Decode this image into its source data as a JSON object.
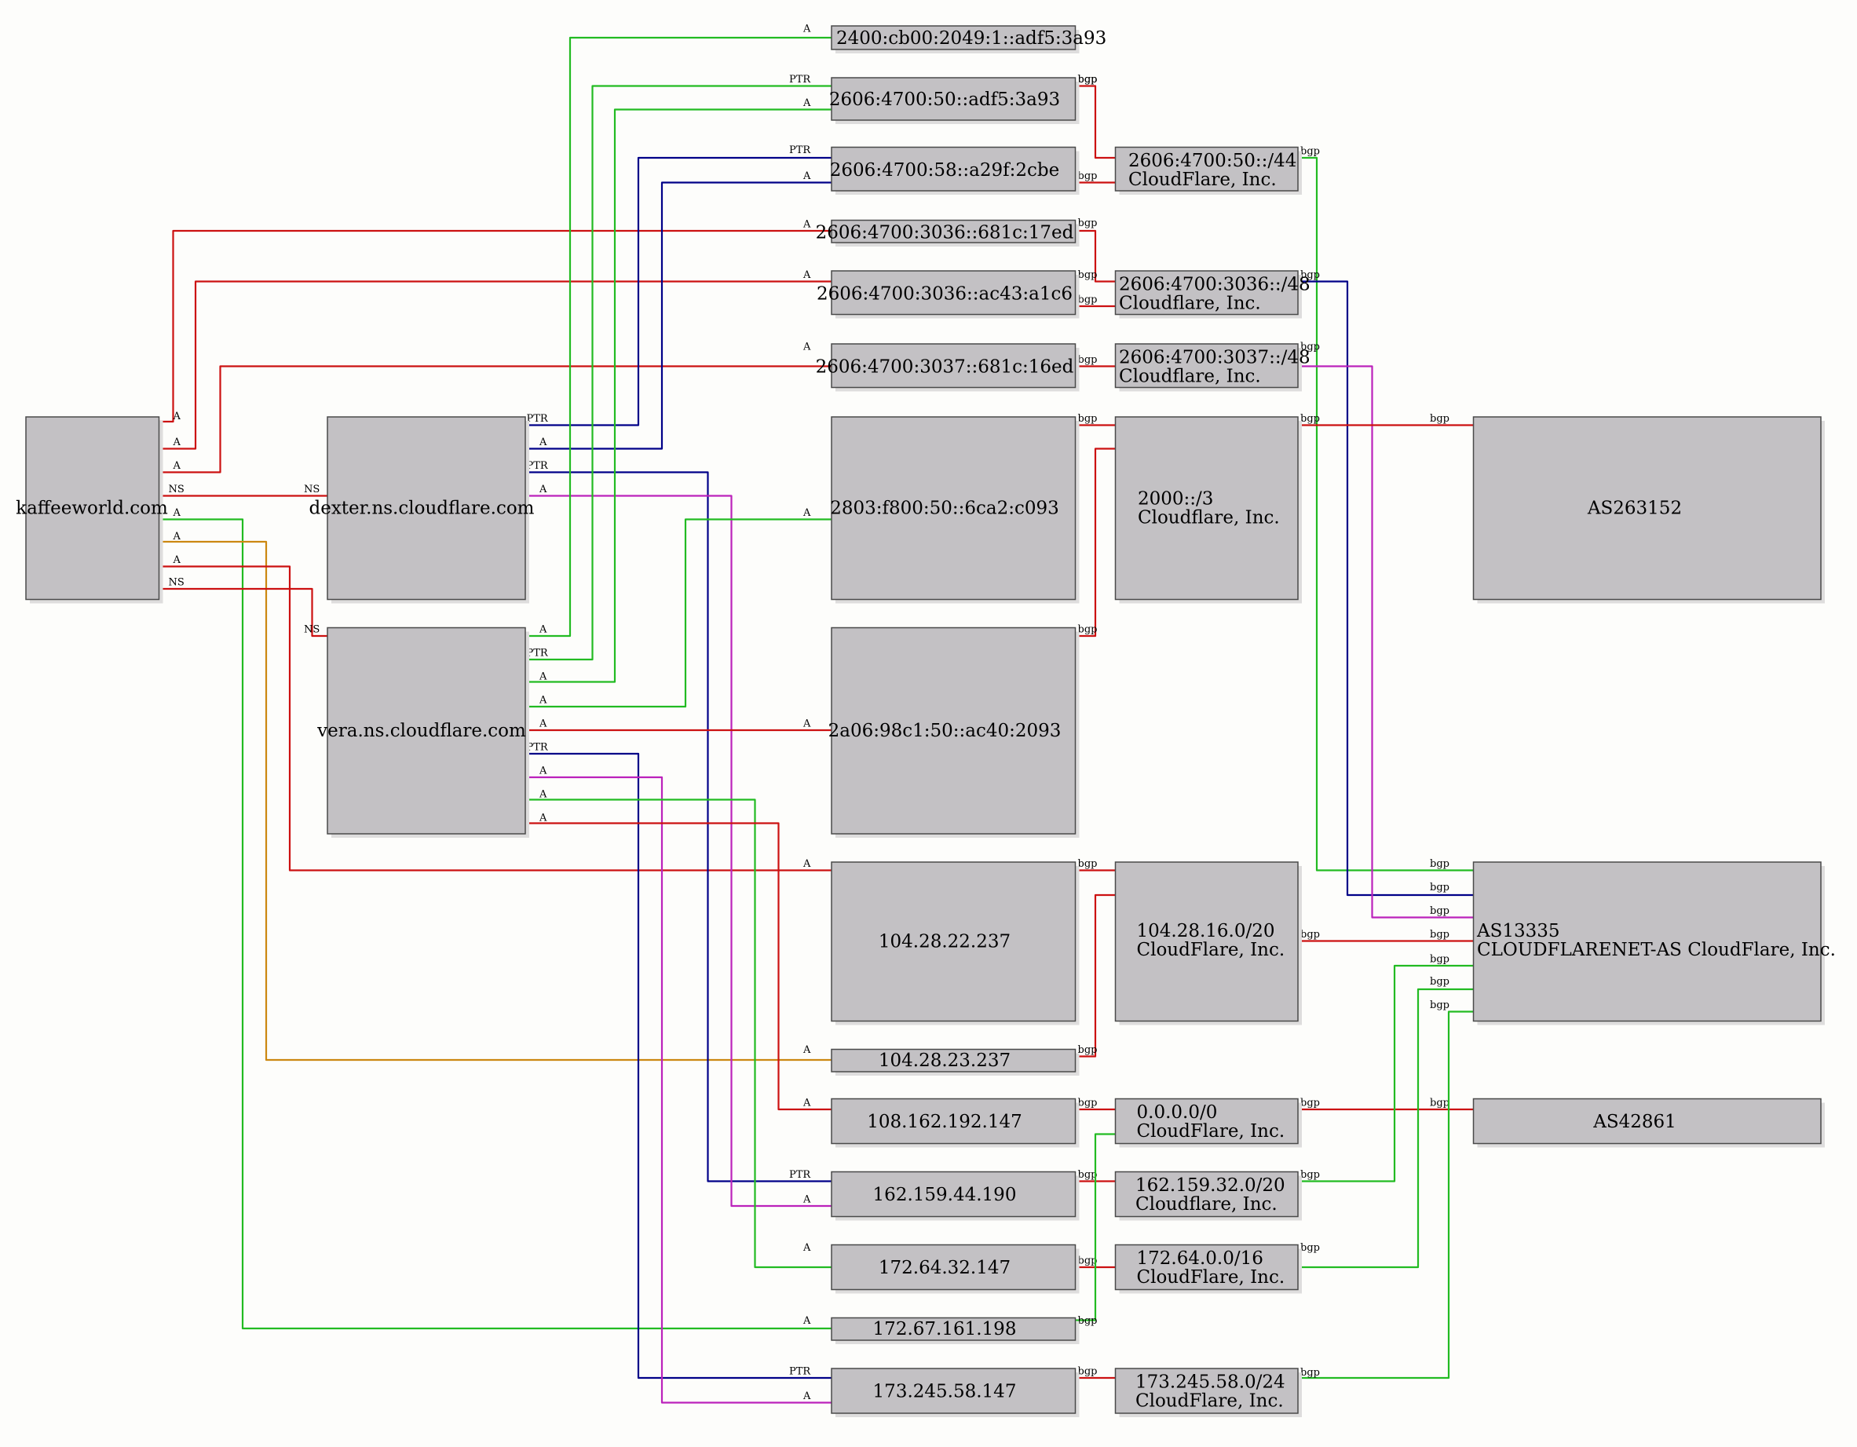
{
  "colors": {
    "red": "#cc1111",
    "green": "#22bb22",
    "navy": "#000088",
    "magenta": "#bb22bb",
    "orange": "#cc8811",
    "node_fill": "#c3c1c4"
  },
  "nodes": [
    {
      "id": "kaffeeworld",
      "lines": [
        "kaffeeworld.com"
      ]
    },
    {
      "id": "dexter",
      "lines": [
        "dexter.ns.cloudflare.com"
      ]
    },
    {
      "id": "vera",
      "lines": [
        "vera.ns.cloudflare.com"
      ]
    },
    {
      "id": "ip6_a",
      "lines": [
        "2400:cb00:2049:1::adf5:3a93"
      ]
    },
    {
      "id": "ip6_b",
      "lines": [
        "2606:4700:50::adf5:3a93"
      ]
    },
    {
      "id": "ip6_c",
      "lines": [
        "2606:4700:58::a29f:2cbe"
      ]
    },
    {
      "id": "ip6_d",
      "lines": [
        "2606:4700:3036::681c:17ed"
      ]
    },
    {
      "id": "ip6_e",
      "lines": [
        "2606:4700:3036::ac43:a1c6"
      ]
    },
    {
      "id": "ip6_f",
      "lines": [
        "2606:4700:3037::681c:16ed"
      ]
    },
    {
      "id": "ip6_g",
      "lines": [
        "2803:f800:50::6ca2:c093"
      ]
    },
    {
      "id": "ip6_h",
      "lines": [
        "2a06:98c1:50::ac40:2093"
      ]
    },
    {
      "id": "ip4_a",
      "lines": [
        "104.28.22.237"
      ]
    },
    {
      "id": "ip4_b",
      "lines": [
        "104.28.23.237"
      ]
    },
    {
      "id": "ip4_c",
      "lines": [
        "108.162.192.147"
      ]
    },
    {
      "id": "ip4_d",
      "lines": [
        "162.159.44.190"
      ]
    },
    {
      "id": "ip4_e",
      "lines": [
        "172.64.32.147"
      ]
    },
    {
      "id": "ip4_f",
      "lines": [
        "172.67.161.198"
      ]
    },
    {
      "id": "ip4_g",
      "lines": [
        "173.245.58.147"
      ]
    },
    {
      "id": "pfx_a",
      "lines": [
        "2606:4700:50::/44",
        "CloudFlare, Inc."
      ]
    },
    {
      "id": "pfx_b",
      "lines": [
        "2606:4700:3036::/48",
        "Cloudflare, Inc."
      ]
    },
    {
      "id": "pfx_c",
      "lines": [
        "2606:4700:3037::/48",
        "Cloudflare, Inc."
      ]
    },
    {
      "id": "pfx_d",
      "lines": [
        "2000::/3",
        "Cloudflare, Inc."
      ]
    },
    {
      "id": "pfx_e",
      "lines": [
        "104.28.16.0/20",
        "CloudFlare, Inc."
      ]
    },
    {
      "id": "pfx_f",
      "lines": [
        "0.0.0.0/0",
        "CloudFlare, Inc."
      ]
    },
    {
      "id": "pfx_g",
      "lines": [
        "162.159.32.0/20",
        "Cloudflare, Inc."
      ]
    },
    {
      "id": "pfx_h",
      "lines": [
        "172.64.0.0/16",
        "CloudFlare, Inc."
      ]
    },
    {
      "id": "pfx_i",
      "lines": [
        "173.245.58.0/24",
        "CloudFlare, Inc."
      ]
    },
    {
      "id": "as263152",
      "lines": [
        "AS263152"
      ]
    },
    {
      "id": "as13335",
      "lines": [
        "AS13335",
        "CLOUDFLARENET-AS CloudFlare, Inc."
      ]
    },
    {
      "id": "as42861",
      "lines": [
        "AS42861"
      ]
    }
  ],
  "edges": [
    {
      "from": "kaffeeworld",
      "to": "ip6_d",
      "label": "A",
      "color": "red"
    },
    {
      "from": "kaffeeworld",
      "to": "ip6_e",
      "label": "A",
      "color": "red"
    },
    {
      "from": "kaffeeworld",
      "to": "ip6_f",
      "label": "A",
      "color": "red"
    },
    {
      "from": "kaffeeworld",
      "to": "dexter",
      "label": "NS",
      "color": "red"
    },
    {
      "from": "kaffeeworld",
      "to": "ip4_f",
      "label": "A",
      "color": "green"
    },
    {
      "from": "kaffeeworld",
      "to": "ip4_b",
      "label": "A",
      "color": "orange"
    },
    {
      "from": "kaffeeworld",
      "to": "ip4_a",
      "label": "A",
      "color": "red"
    },
    {
      "from": "kaffeeworld",
      "to": "vera",
      "label": "NS",
      "color": "red"
    },
    {
      "from": "dexter",
      "to": "ip6_c",
      "label": "PTR",
      "color": "navy"
    },
    {
      "from": "dexter",
      "to": "ip6_c",
      "label": "A",
      "color": "navy"
    },
    {
      "from": "dexter",
      "to": "ip4_d",
      "label": "PTR",
      "color": "navy"
    },
    {
      "from": "dexter",
      "to": "ip4_d",
      "label": "A",
      "color": "magenta"
    },
    {
      "from": "vera",
      "to": "ip6_a",
      "label": "A",
      "color": "green"
    },
    {
      "from": "vera",
      "to": "ip6_b",
      "label": "PTR",
      "color": "green"
    },
    {
      "from": "vera",
      "to": "ip6_b",
      "label": "A",
      "color": "green"
    },
    {
      "from": "vera",
      "to": "ip6_g",
      "label": "A",
      "color": "green"
    },
    {
      "from": "vera",
      "to": "ip6_h",
      "label": "A",
      "color": "red"
    },
    {
      "from": "vera",
      "to": "ip4_g",
      "label": "PTR",
      "color": "navy"
    },
    {
      "from": "vera",
      "to": "ip4_g",
      "label": "A",
      "color": "magenta"
    },
    {
      "from": "vera",
      "to": "ip4_e",
      "label": "A",
      "color": "green"
    },
    {
      "from": "vera",
      "to": "ip4_c",
      "label": "A",
      "color": "red"
    },
    {
      "from": "ip6_b",
      "to": "pfx_a",
      "label": "bgp",
      "color": "red"
    },
    {
      "from": "ip6_c",
      "to": "pfx_a",
      "label": "bgp",
      "color": "red"
    },
    {
      "from": "ip6_d",
      "to": "pfx_b",
      "label": "bgp",
      "color": "red"
    },
    {
      "from": "ip6_e",
      "to": "pfx_b",
      "label": "bgp",
      "color": "red"
    },
    {
      "from": "ip6_f",
      "to": "pfx_c",
      "label": "bgp",
      "color": "red"
    },
    {
      "from": "ip6_g",
      "to": "pfx_d",
      "label": "bgp",
      "color": "red"
    },
    {
      "from": "ip6_h",
      "to": "pfx_d",
      "label": "bgp",
      "color": "red"
    },
    {
      "from": "ip4_a",
      "to": "pfx_e",
      "label": "bgp",
      "color": "red"
    },
    {
      "from": "ip4_b",
      "to": "pfx_e",
      "label": "bgp",
      "color": "red"
    },
    {
      "from": "ip4_c",
      "to": "pfx_f",
      "label": "bgp",
      "color": "red"
    },
    {
      "from": "ip4_d",
      "to": "pfx_g",
      "label": "bgp",
      "color": "red"
    },
    {
      "from": "ip4_e",
      "to": "pfx_h",
      "label": "bgp",
      "color": "red"
    },
    {
      "from": "ip4_f",
      "to": "pfx_f",
      "label": "bgp",
      "color": "green"
    },
    {
      "from": "ip4_g",
      "to": "pfx_i",
      "label": "bgp",
      "color": "red"
    },
    {
      "from": "pfx_a",
      "to": "as13335",
      "label": "bgp",
      "color": "green"
    },
    {
      "from": "pfx_b",
      "to": "as13335",
      "label": "bgp",
      "color": "navy"
    },
    {
      "from": "pfx_c",
      "to": "as13335",
      "label": "bgp",
      "color": "magenta"
    },
    {
      "from": "pfx_d",
      "to": "as263152",
      "label": "bgp",
      "color": "red"
    },
    {
      "from": "pfx_e",
      "to": "as13335",
      "label": "bgp",
      "color": "red"
    },
    {
      "from": "pfx_f",
      "to": "as42861",
      "label": "bgp",
      "color": "red"
    },
    {
      "from": "pfx_g",
      "to": "as13335",
      "label": "bgp",
      "color": "green"
    },
    {
      "from": "pfx_h",
      "to": "as13335",
      "label": "bgp",
      "color": "green"
    },
    {
      "from": "pfx_i",
      "to": "as13335",
      "label": "bgp",
      "color": "green"
    }
  ]
}
